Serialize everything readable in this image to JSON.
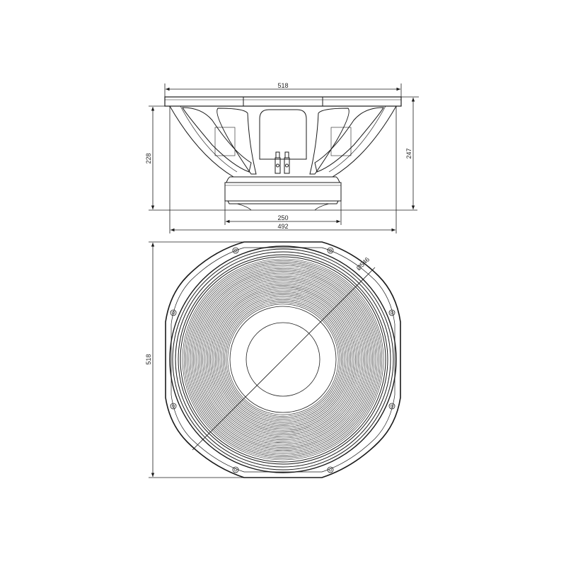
{
  "dimensions": {
    "side_overall_width": "518",
    "frame_height": "228",
    "overall_depth": "247",
    "magnet_diameter": "250",
    "basket_width": "492",
    "front_height": "518",
    "diameter": "Ø546"
  },
  "colors": {
    "line": "#1a1a1a",
    "background": "#ffffff"
  }
}
